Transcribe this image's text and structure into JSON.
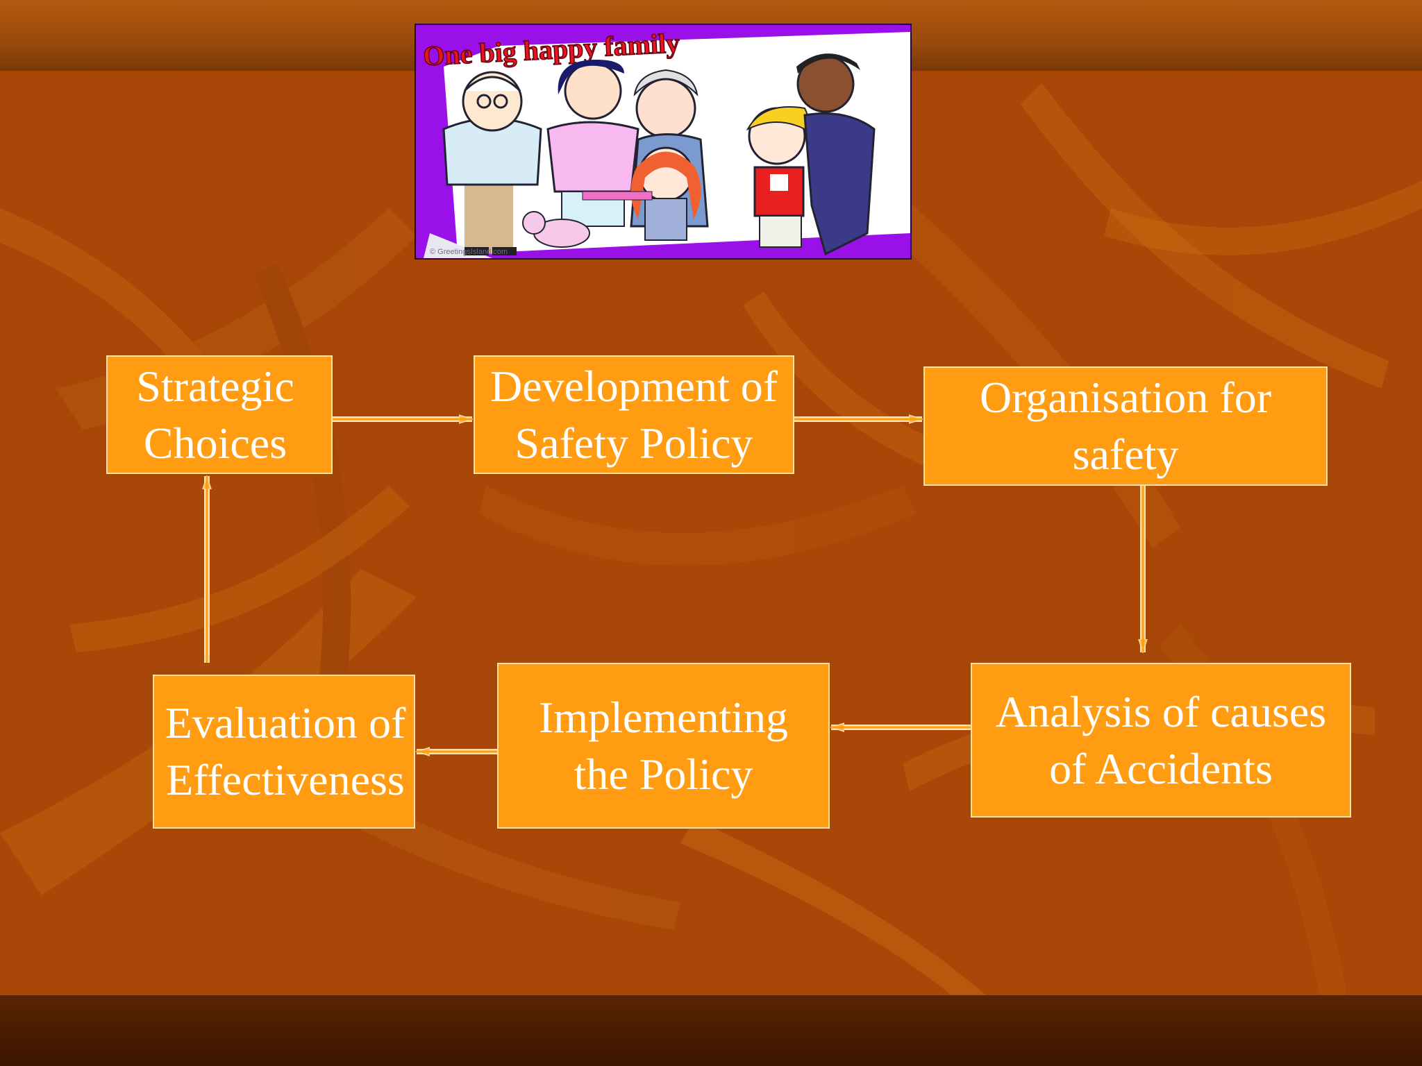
{
  "picture": {
    "caption": "One big happy family",
    "copyright": "© GreetingsIsland.com"
  },
  "flowchart": {
    "nodes": [
      {
        "id": "strategic",
        "lines": [
          "Strategic",
          "Choices"
        ]
      },
      {
        "id": "development",
        "lines": [
          "Development of",
          "Safety Policy"
        ]
      },
      {
        "id": "organisation",
        "lines": [
          "Organisation for",
          "safety"
        ]
      },
      {
        "id": "analysis",
        "lines": [
          "Analysis of causes",
          "of Accidents"
        ]
      },
      {
        "id": "implementing",
        "lines": [
          "Implementing",
          "the Policy"
        ]
      },
      {
        "id": "evaluation",
        "lines": [
          "Evaluation of",
          "Effectiveness"
        ]
      }
    ],
    "edges": [
      {
        "from": "strategic",
        "to": "development"
      },
      {
        "from": "development",
        "to": "organisation"
      },
      {
        "from": "organisation",
        "to": "analysis"
      },
      {
        "from": "analysis",
        "to": "implementing"
      },
      {
        "from": "implementing",
        "to": "evaluation"
      },
      {
        "from": "evaluation",
        "to": "strategic"
      }
    ]
  },
  "colors": {
    "box_fill": "#ff9c12",
    "box_border": "#ffe0a8",
    "text": "#ffffff",
    "arrow": "#ffd89a",
    "background": "#a84708"
  }
}
